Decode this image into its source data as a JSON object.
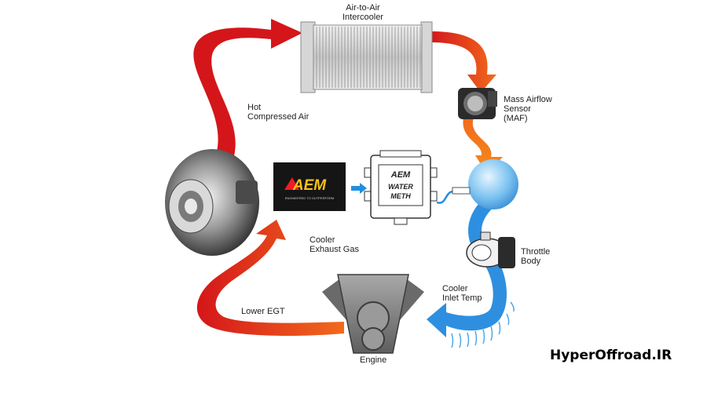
{
  "colors": {
    "hot": "#d4161a",
    "warm": "#f26a1c",
    "cool": "#2e8fe0",
    "controller_blue": "#1f8fe0",
    "aem_red": "#ed1c24",
    "aem_yellow": "#f7c21a"
  },
  "labels": {
    "intercooler": "Air-to-Air\nIntercooler",
    "hot_air": "Hot\nCompressed Air",
    "maf": "Mass Airflow\nSensor\n(MAF)",
    "throttle": "Throttle\nBody",
    "cooler_exhaust": "Cooler\nExhaust Gas",
    "cooler_inlet": "Cooler\nInlet Temp",
    "lower_egt": "Lower EGT",
    "engine": "Engine"
  },
  "aem_box": {
    "logo": "AEM",
    "tagline": "ENGINEERED TO OUTPERFORM"
  },
  "water_meth": {
    "logo": "AEM",
    "line1": "WATER",
    "line2": "METH"
  },
  "watermark": "HyperOffroad.IR"
}
